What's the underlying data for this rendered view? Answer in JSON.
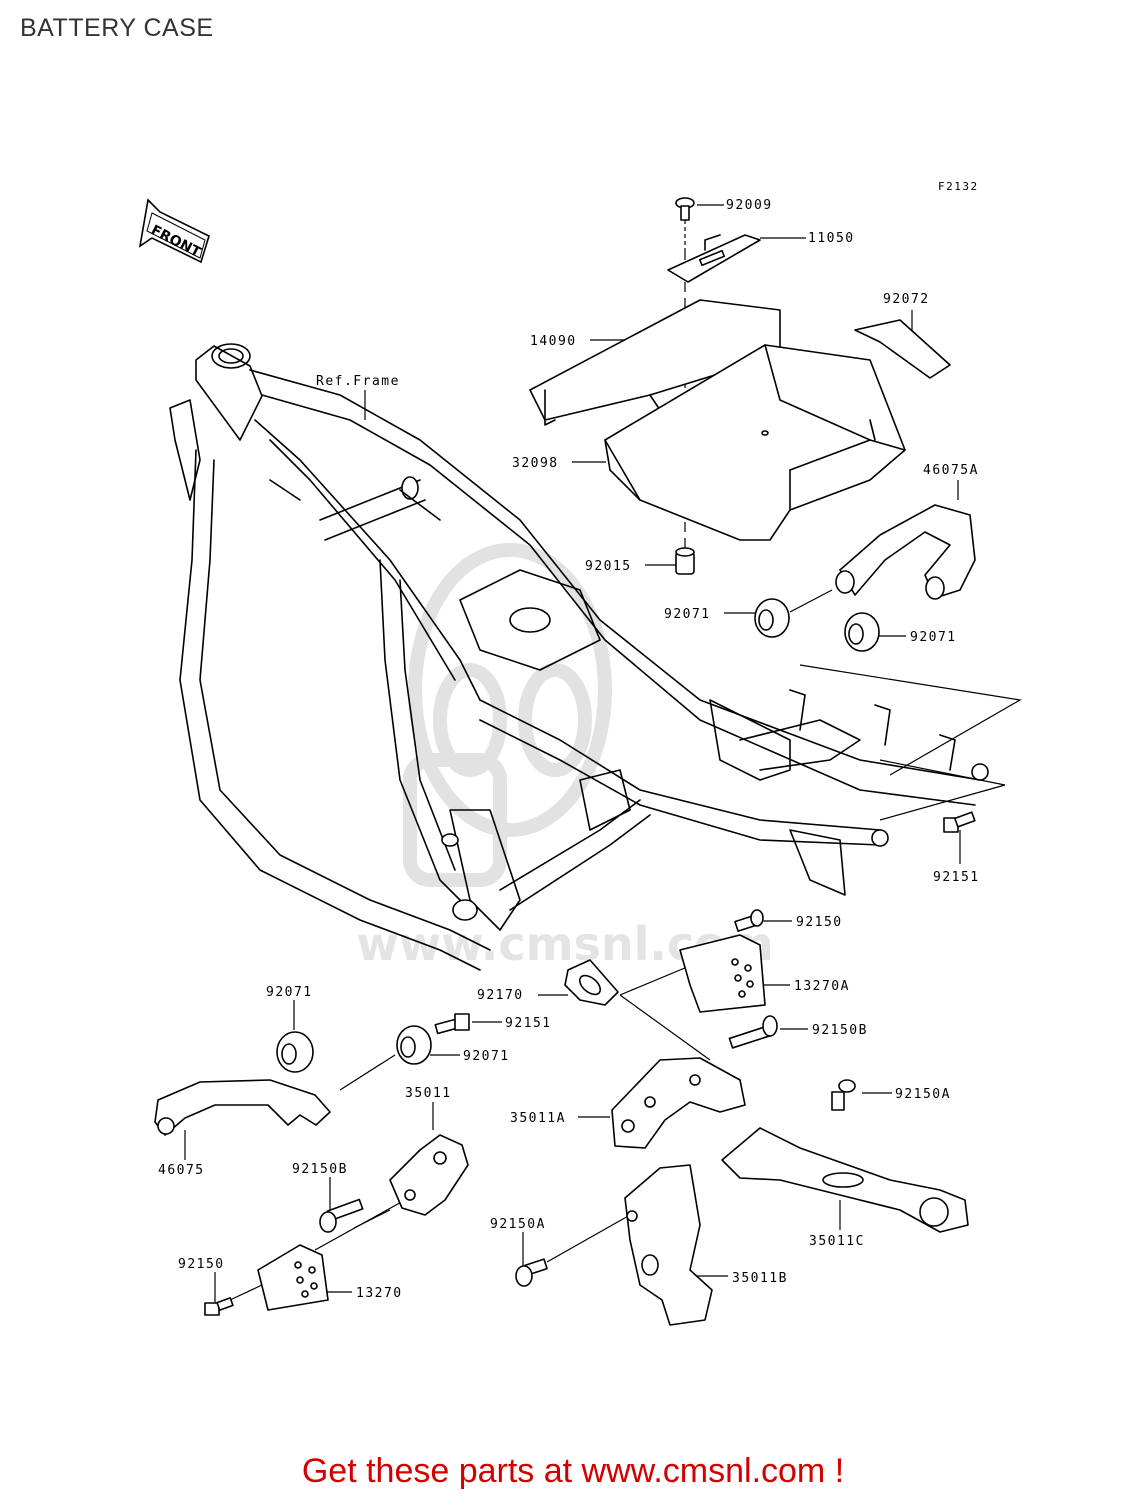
{
  "page": {
    "title": "BATTERY CASE",
    "figure_code": "F2132",
    "footer": "Get these parts at www.cmsnl.com !",
    "front_label": "FRONT",
    "watermark_text": "www.cmsnl.com",
    "footer_color": "#d40000"
  },
  "labels": {
    "p92009": "92009",
    "p11050": "11050",
    "p92072": "92072",
    "p14090": "14090",
    "ref_frame": "Ref.Frame",
    "p32098": "32098",
    "p46075A": "46075A",
    "p92015": "92015",
    "p92071_a": "92071",
    "p92071_b": "92071",
    "p92151_a": "92151",
    "p92150_a": "92150",
    "p92170": "92170",
    "p13270A": "13270A",
    "p92071_c": "92071",
    "p92151_b": "92151",
    "p92071_d": "92071",
    "p92150B_a": "92150B",
    "p35011": "35011",
    "p92150A_a": "92150A",
    "p35011A": "35011A",
    "p46075": "46075",
    "p92150B_b": "92150B",
    "p35011C": "35011C",
    "p92150A_b": "92150A",
    "p35011B": "35011B",
    "p92150_b": "92150",
    "p13270": "13270"
  }
}
